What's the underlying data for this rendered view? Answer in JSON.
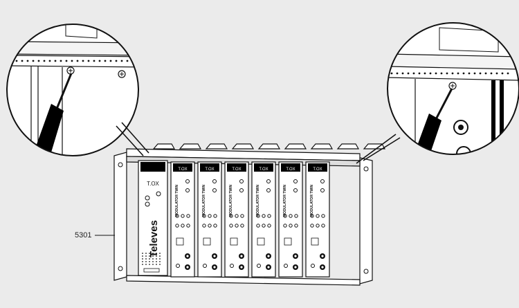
{
  "callout_label": "5301",
  "brand": {
    "logo": "T.OX",
    "name": "Televes",
    "module_title": "MODULATOR TWIN"
  },
  "module_count": 7,
  "colors": {
    "background": "#ebebeb",
    "line": "#111111",
    "panel": "#ffffff",
    "black": "#000000"
  }
}
